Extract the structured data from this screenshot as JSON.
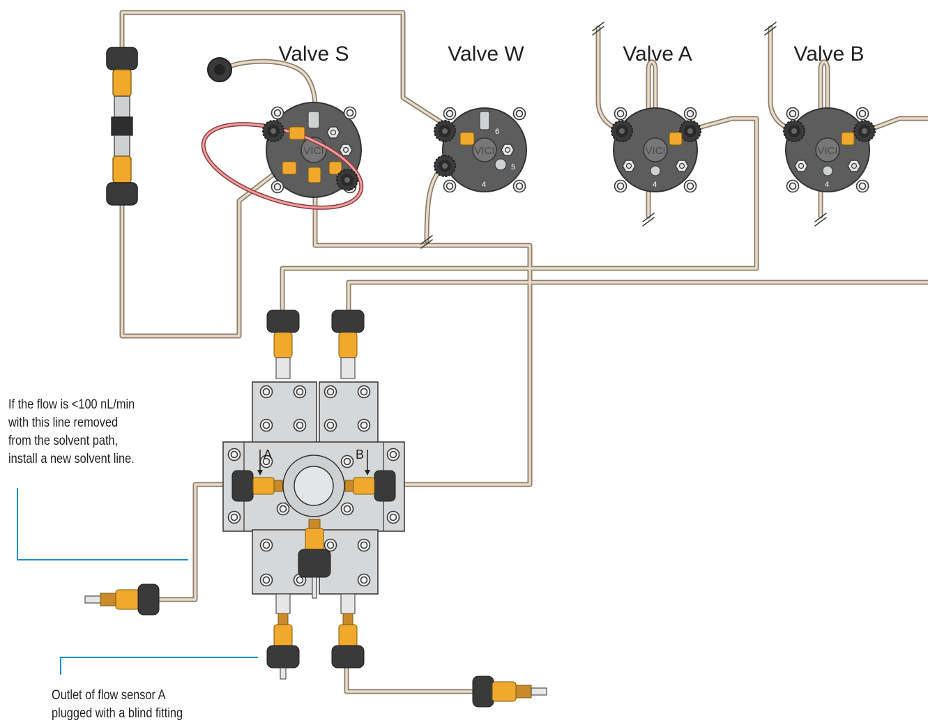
{
  "valves": {
    "s": {
      "title": "Valve S",
      "brand": "VICI"
    },
    "w": {
      "title": "Valve W",
      "brand": "VICI",
      "ports": [
        "6",
        "5",
        "4"
      ]
    },
    "a": {
      "title": "Valve A",
      "brand": "VICI",
      "ports": [
        "4"
      ]
    },
    "b": {
      "title": "Valve B",
      "brand": "VICI",
      "ports": [
        "4"
      ]
    }
  },
  "flow_sensor": {
    "port_a": "A",
    "port_b": "B"
  },
  "callouts": {
    "top": {
      "lines": [
        "If the flow is <100 nL/min",
        "with this line removed",
        "from the solvent path,",
        "install a new solvent line."
      ]
    },
    "bottom": {
      "lines": [
        "Outlet of flow sensor A",
        "plugged with a blind fitting"
      ]
    }
  },
  "colors": {
    "tubing": "#e8dcc8",
    "tubing_outline": "#8c7d6b",
    "fitting_orange": "#f0a92d",
    "nut_dark": "#3a3a3a",
    "valve_body": "#5d5d5d",
    "sensor_body": "#d6d7d8",
    "callout_line": "#1a8fc4",
    "loop_red": "#e06b6b"
  }
}
